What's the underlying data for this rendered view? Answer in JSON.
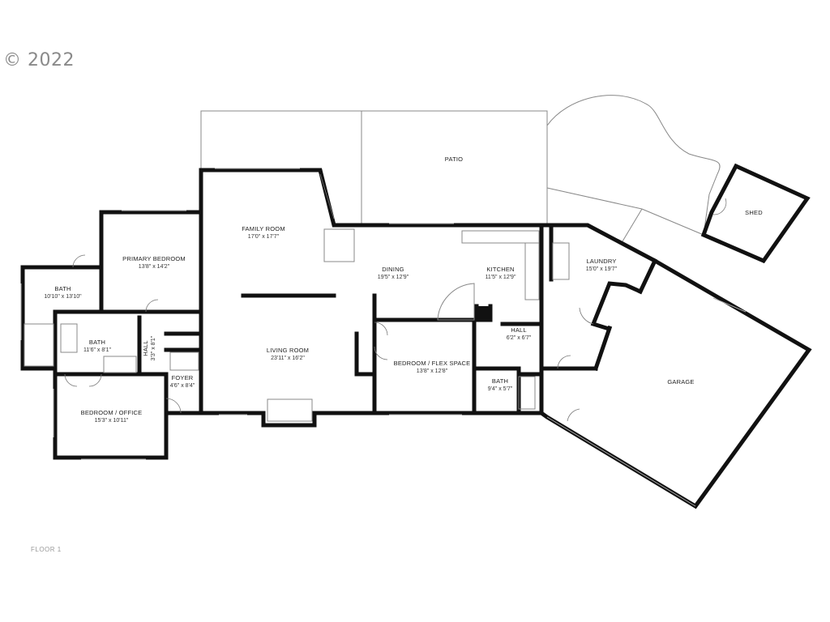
{
  "copyright": "© 2022",
  "floor_label": "FLOOR 1",
  "rooms": {
    "patio": {
      "name": "PATIO",
      "dims": ""
    },
    "shed": {
      "name": "SHED",
      "dims": ""
    },
    "family_room": {
      "name": "FAMILY ROOM",
      "dims": "17'0\" x 17'7\""
    },
    "primary_bedroom": {
      "name": "PRIMARY BEDROOM",
      "dims": "13'8\" x 14'2\""
    },
    "bath_primary": {
      "name": "BATH",
      "dims": "10'10\" x 13'10\""
    },
    "dining": {
      "name": "DINING",
      "dims": "19'5\" x 12'9\""
    },
    "kitchen": {
      "name": "KITCHEN",
      "dims": "11'5\" x 12'9\""
    },
    "laundry": {
      "name": "LAUNDRY",
      "dims": "15'0\" x 19'7\""
    },
    "bath_hall": {
      "name": "BATH",
      "dims": "11'6\" x 8'1\""
    },
    "hall_west": {
      "name": "HALL",
      "dims": "3'3\" x 8'1\""
    },
    "living_room": {
      "name": "LIVING ROOM",
      "dims": "23'11\" x 16'2\""
    },
    "hall_east": {
      "name": "HALL",
      "dims": "6'2\" x 6'7\""
    },
    "bedroom_flex": {
      "name": "BEDROOM / FLEX SPACE",
      "dims": "13'8\" x 12'8\""
    },
    "bath_east": {
      "name": "BATH",
      "dims": "9'4\" x 5'7\""
    },
    "garage": {
      "name": "GARAGE",
      "dims": ""
    },
    "foyer": {
      "name": "FOYER",
      "dims": "4'6\" x 8'4\""
    },
    "bedroom_office": {
      "name": "BEDROOM / OFFICE",
      "dims": "15'3\" x 10'11\""
    }
  }
}
